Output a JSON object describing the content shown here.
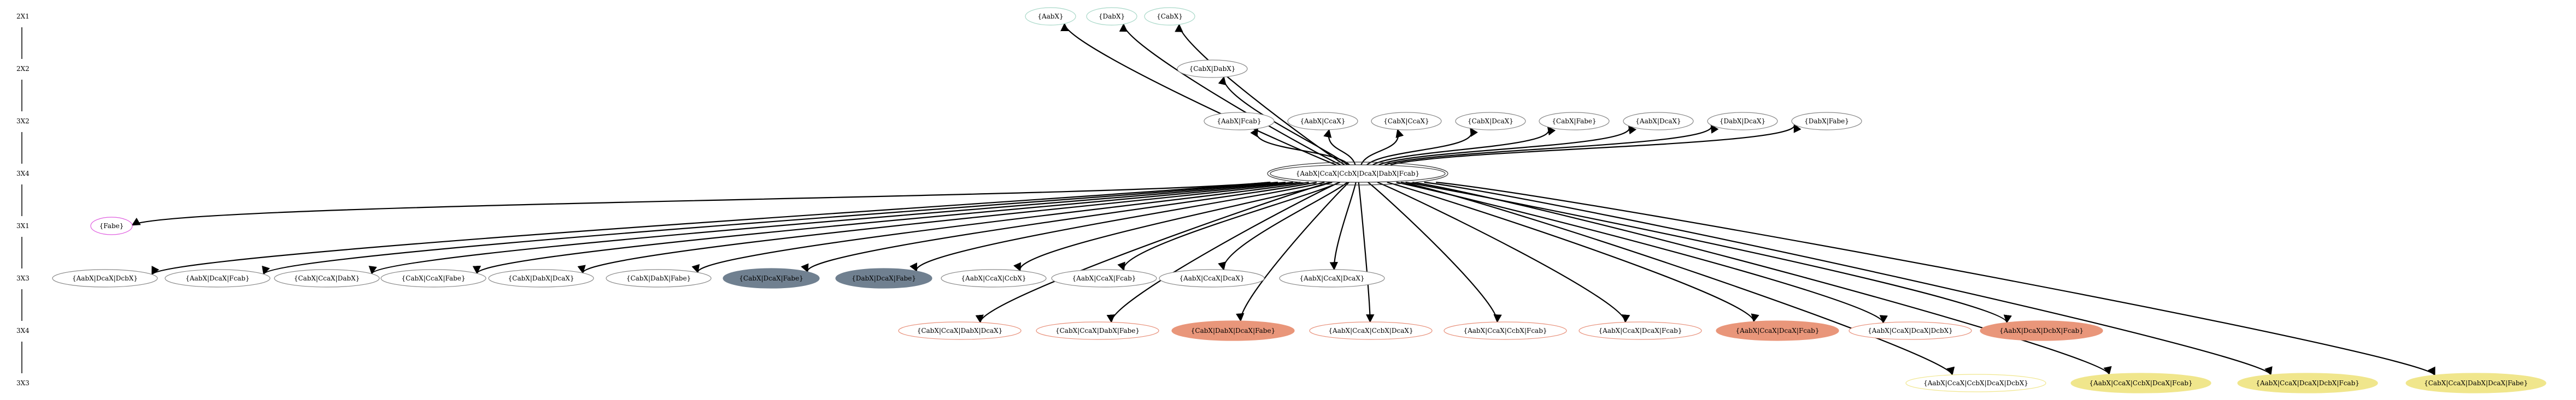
{
  "ranks": [
    {
      "id": "r0",
      "label": "2X1"
    },
    {
      "id": "r1",
      "label": "2X2"
    },
    {
      "id": "r2",
      "label": "3X2"
    },
    {
      "id": "r3",
      "label": "3X4"
    },
    {
      "id": "r4",
      "label": "3X1"
    },
    {
      "id": "r5",
      "label": "3X3"
    },
    {
      "id": "r6",
      "label": "3X4"
    },
    {
      "id": "r7",
      "label": "3X3"
    }
  ],
  "center": {
    "id": "n-center",
    "label": "{AabX|CcaX|CcbX|DcaX|DabX|Fcab}",
    "fill": "#ffffff",
    "stroke": "#333333",
    "double": true
  },
  "nodes": [
    {
      "id": "n-aabx",
      "label": "{AabX}",
      "fill": "#ffffff",
      "stroke": "#a8d8c8"
    },
    {
      "id": "n-dabx",
      "label": "{DabX}",
      "fill": "#ffffff",
      "stroke": "#a8d8c8"
    },
    {
      "id": "n-cabx",
      "label": "{CabX}",
      "fill": "#ffffff",
      "stroke": "#a8d8c8"
    },
    {
      "id": "n-cab-dab",
      "label": "{CabX|DabX}",
      "fill": "#ffffff",
      "stroke": "#888888"
    },
    {
      "id": "n-aab-fcab",
      "label": "{AabX|Fcab}",
      "fill": "#ffffff",
      "stroke": "#888888"
    },
    {
      "id": "n-aab-cca",
      "label": "{AabX|CcaX}",
      "fill": "#ffffff",
      "stroke": "#888888"
    },
    {
      "id": "n-cab-cca",
      "label": "{CabX|CcaX}",
      "fill": "#ffffff",
      "stroke": "#888888"
    },
    {
      "id": "n-cab-dca",
      "label": "{CabX|DcaX}",
      "fill": "#ffffff",
      "stroke": "#888888"
    },
    {
      "id": "n-cab-fabe",
      "label": "{CabX|Fabe}",
      "fill": "#ffffff",
      "stroke": "#888888"
    },
    {
      "id": "n-aab-dca",
      "label": "{AabX|DcaX}",
      "fill": "#ffffff",
      "stroke": "#888888"
    },
    {
      "id": "n-dab-dca",
      "label": "{DabX|DcaX}",
      "fill": "#ffffff",
      "stroke": "#888888"
    },
    {
      "id": "n-dab-fabe",
      "label": "{DabX|Fabe}",
      "fill": "#ffffff",
      "stroke": "#888888"
    },
    {
      "id": "n-fabe",
      "label": "{Fabe}",
      "fill": "#ffffff",
      "stroke": "#e060e0"
    },
    {
      "id": "n-3x3-1",
      "label": "{AabX|DcaX|DcbX}",
      "fill": "#ffffff",
      "stroke": "#888888"
    },
    {
      "id": "n-3x3-2",
      "label": "{AabX|DcaX|Fcab}",
      "fill": "#ffffff",
      "stroke": "#888888"
    },
    {
      "id": "n-3x3-3",
      "label": "{CabX|CcaX|DabX}",
      "fill": "#ffffff",
      "stroke": "#888888"
    },
    {
      "id": "n-3x3-4",
      "label": "{CabX|CcaX|Fabe}",
      "fill": "#ffffff",
      "stroke": "#888888"
    },
    {
      "id": "n-3x3-5",
      "label": "{CabX|DabX|DcaX}",
      "fill": "#ffffff",
      "stroke": "#888888"
    },
    {
      "id": "n-3x3-6",
      "label": "{CabX|DabX|Fabe}",
      "fill": "#ffffff",
      "stroke": "#888888"
    },
    {
      "id": "n-3x3-7",
      "label": "{CabX|DcaX|Fabe}",
      "fill": "#708090",
      "stroke": "#708090"
    },
    {
      "id": "n-3x3-8",
      "label": "{DabX|DcaX|Fabe}",
      "fill": "#708090",
      "stroke": "#708090"
    },
    {
      "id": "n-3x3-9",
      "label": "{AabX|CcaX|CcbX}",
      "fill": "#ffffff",
      "stroke": "#888888"
    },
    {
      "id": "n-3x3-10",
      "label": "{AabX|CcaX|Fcab}",
      "fill": "#ffffff",
      "stroke": "#888888"
    },
    {
      "id": "n-3x3-11",
      "label": "{AabX|CcaX|DcaX}",
      "fill": "#ffffff",
      "stroke": "#888888"
    },
    {
      "id": "n-3x3-12",
      "label": "{AabX|CcaX|DcaX}",
      "fill": "#ffffff",
      "stroke": "#888888"
    },
    {
      "id": "n-3x4-1",
      "label": "{CabX|CcaX|DabX|DcaX}",
      "fill": "#ffffff",
      "stroke": "#e8907a"
    },
    {
      "id": "n-3x4-2",
      "label": "{CabX|CcaX|DabX|Fabe}",
      "fill": "#ffffff",
      "stroke": "#e8907a"
    },
    {
      "id": "n-3x4-3",
      "label": "{CabX|DabX|DcaX|Fabe}",
      "fill": "#e9967a",
      "stroke": "#e9967a"
    },
    {
      "id": "n-3x4-4",
      "label": "{AabX|CcaX|CcbX|DcaX}",
      "fill": "#ffffff",
      "stroke": "#e8907a"
    },
    {
      "id": "n-3x4-5",
      "label": "{AabX|CcaX|CcbX|Fcab}",
      "fill": "#ffffff",
      "stroke": "#e8907a"
    },
    {
      "id": "n-3x4-6",
      "label": "{AabX|CcaX|DcaX|Fcab}",
      "fill": "#ffffff",
      "stroke": "#e8907a"
    },
    {
      "id": "n-3x4-7",
      "label": "{AabX|CcaX|DcaX|Fcab}",
      "fill": "#e9967a",
      "stroke": "#e9967a"
    },
    {
      "id": "n-3x4-8",
      "label": "{AabX|CcaX|DcaX|DcbX}",
      "fill": "#ffffff",
      "stroke": "#e8907a"
    },
    {
      "id": "n-3x4-9",
      "label": "{AabX|DcaX|DcbX|Fcab}",
      "fill": "#e9967a",
      "stroke": "#e9967a"
    },
    {
      "id": "n-3x3b-1",
      "label": "{AabX|CcaX|CcbX|DcaX|DcbX}",
      "fill": "#ffffff",
      "stroke": "#f0e68c"
    },
    {
      "id": "n-3x3b-2",
      "label": "{AabX|CcaX|CcbX|DcaX|Fcab}",
      "fill": "#f0e68c",
      "stroke": "#f0e68c"
    },
    {
      "id": "n-3x3b-3",
      "label": "{AabX|CcaX|DcaX|DcbX|Fcab}",
      "fill": "#f0e68c",
      "stroke": "#f0e68c"
    },
    {
      "id": "n-3x3b-4",
      "label": "{CabX|CcaX|DabX|DcaX|Fabe}",
      "fill": "#f0e68c",
      "stroke": "#f0e68c"
    }
  ],
  "edges": [
    {
      "from": "n-center",
      "to": "n-aabx"
    },
    {
      "from": "n-center",
      "to": "n-dabx"
    },
    {
      "from": "n-center",
      "to": "n-cabx"
    },
    {
      "from": "n-center",
      "to": "n-cab-dab"
    },
    {
      "from": "n-center",
      "to": "n-aab-fcab"
    },
    {
      "from": "n-center",
      "to": "n-aab-cca"
    },
    {
      "from": "n-center",
      "to": "n-cab-cca"
    },
    {
      "from": "n-center",
      "to": "n-cab-dca"
    },
    {
      "from": "n-center",
      "to": "n-cab-fabe"
    },
    {
      "from": "n-center",
      "to": "n-aab-dca"
    },
    {
      "from": "n-center",
      "to": "n-dab-dca"
    },
    {
      "from": "n-center",
      "to": "n-dab-fabe"
    },
    {
      "from": "n-center",
      "to": "n-fabe"
    },
    {
      "from": "n-center",
      "to": "n-3x3-1"
    },
    {
      "from": "n-center",
      "to": "n-3x3-2"
    },
    {
      "from": "n-center",
      "to": "n-3x3-3"
    },
    {
      "from": "n-center",
      "to": "n-3x3-4"
    },
    {
      "from": "n-center",
      "to": "n-3x3-5"
    },
    {
      "from": "n-center",
      "to": "n-3x3-6"
    },
    {
      "from": "n-center",
      "to": "n-3x3-7"
    },
    {
      "from": "n-center",
      "to": "n-3x3-8"
    },
    {
      "from": "n-center",
      "to": "n-3x3-9"
    },
    {
      "from": "n-center",
      "to": "n-3x3-10"
    },
    {
      "from": "n-center",
      "to": "n-3x3-11"
    },
    {
      "from": "n-center",
      "to": "n-3x3-12"
    },
    {
      "from": "n-center",
      "to": "n-3x4-1"
    },
    {
      "from": "n-center",
      "to": "n-3x4-2"
    },
    {
      "from": "n-center",
      "to": "n-3x4-3"
    },
    {
      "from": "n-center",
      "to": "n-3x4-4"
    },
    {
      "from": "n-center",
      "to": "n-3x4-5"
    },
    {
      "from": "n-center",
      "to": "n-3x4-6"
    },
    {
      "from": "n-center",
      "to": "n-3x4-7"
    },
    {
      "from": "n-center",
      "to": "n-3x4-8"
    },
    {
      "from": "n-center",
      "to": "n-3x4-9"
    },
    {
      "from": "n-center",
      "to": "n-3x3b-1"
    },
    {
      "from": "n-center",
      "to": "n-3x3b-2"
    },
    {
      "from": "n-center",
      "to": "n-3x3b-3"
    },
    {
      "from": "n-center",
      "to": "n-3x3b-4"
    }
  ]
}
